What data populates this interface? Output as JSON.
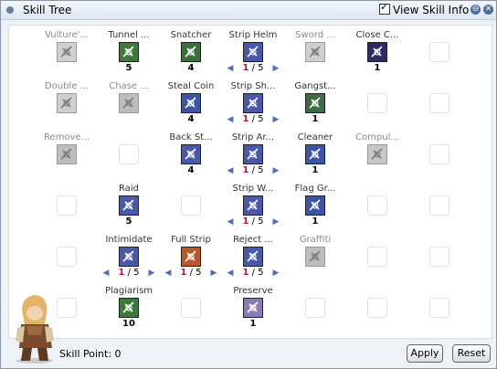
{
  "window": {
    "title": "Skill Tree",
    "view_skill_info_label": "View Skill Info",
    "view_skill_info_checked": true,
    "minimize_glyph": "⊖",
    "close_glyph": "✕"
  },
  "skills": [
    {
      "label": "Vulture'...",
      "level": "",
      "enabled": false,
      "icon": "vultures-eye-icon"
    },
    {
      "label": "Tunnel ...",
      "level": "5",
      "enabled": true,
      "icon": "tunnel-drive-icon"
    },
    {
      "label": "Snatcher",
      "level": "4",
      "enabled": true,
      "icon": "snatcher-icon"
    },
    {
      "label": "Strip Helm",
      "level": "",
      "enabled": true,
      "icon": "strip-helm-icon",
      "stepper": {
        "current": "1",
        "max": "/ 5"
      }
    },
    {
      "label": "Sword ...",
      "level": "",
      "enabled": false,
      "icon": "sword-mastery-icon"
    },
    {
      "label": "Close C...",
      "level": "1",
      "enabled": true,
      "icon": "close-confine-icon"
    },
    {
      "label": "Double ...",
      "level": "",
      "enabled": false,
      "icon": "double-strafe-icon"
    },
    {
      "label": "Chase ...",
      "level": "",
      "enabled": false,
      "icon": "chase-walk-icon"
    },
    {
      "label": "Steal Coin",
      "level": "4",
      "enabled": true,
      "icon": "steal-coin-icon"
    },
    {
      "label": "Strip Sh...",
      "level": "",
      "enabled": true,
      "icon": "strip-shield-icon",
      "stepper": {
        "current": "1",
        "max": "/ 5"
      }
    },
    {
      "label": "Gangst...",
      "level": "1",
      "enabled": true,
      "icon": "gangster-paradise-icon"
    },
    {
      "label": "Remove...",
      "level": "",
      "enabled": false,
      "icon": "remove-trap-icon"
    },
    {
      "label": "Back St...",
      "level": "4",
      "enabled": true,
      "icon": "back-stab-icon"
    },
    {
      "label": "Strip Ar...",
      "level": "",
      "enabled": true,
      "icon": "strip-armor-icon",
      "stepper": {
        "current": "1",
        "max": "/ 5"
      }
    },
    {
      "label": "Cleaner",
      "level": "1",
      "enabled": true,
      "icon": "cleaner-icon"
    },
    {
      "label": "Compul...",
      "level": "",
      "enabled": false,
      "icon": "compulsion-discount-icon"
    },
    {
      "label": "Raid",
      "level": "5",
      "enabled": true,
      "icon": "raid-icon"
    },
    {
      "label": "Strip W...",
      "level": "",
      "enabled": true,
      "icon": "strip-weapon-icon",
      "stepper": {
        "current": "1",
        "max": "/ 5"
      }
    },
    {
      "label": "Flag Gr...",
      "level": "1",
      "enabled": true,
      "icon": "flag-graffiti-icon"
    },
    {
      "label": "Intimidate",
      "level": "",
      "enabled": true,
      "icon": "intimidate-icon",
      "stepper": {
        "current": "1",
        "max": "/ 5"
      }
    },
    {
      "label": "Full Strip",
      "level": "",
      "enabled": true,
      "icon": "full-strip-icon",
      "stepper": {
        "current": "1",
        "max": "/ 5"
      }
    },
    {
      "label": "Reject ...",
      "level": "",
      "enabled": true,
      "icon": "reject-sword-icon",
      "stepper": {
        "current": "1",
        "max": "/ 5"
      }
    },
    {
      "label": "Graffiti",
      "level": "",
      "enabled": false,
      "icon": "graffiti-icon"
    },
    {
      "label": "Plagiarism",
      "level": "10",
      "enabled": true,
      "icon": "plagiarism-icon"
    },
    {
      "label": "Preserve",
      "level": "1",
      "enabled": true,
      "icon": "preserve-icon"
    }
  ],
  "footer": {
    "skill_point_label": "Skill Point: 0",
    "apply_label": "Apply",
    "reset_label": "Reset"
  }
}
